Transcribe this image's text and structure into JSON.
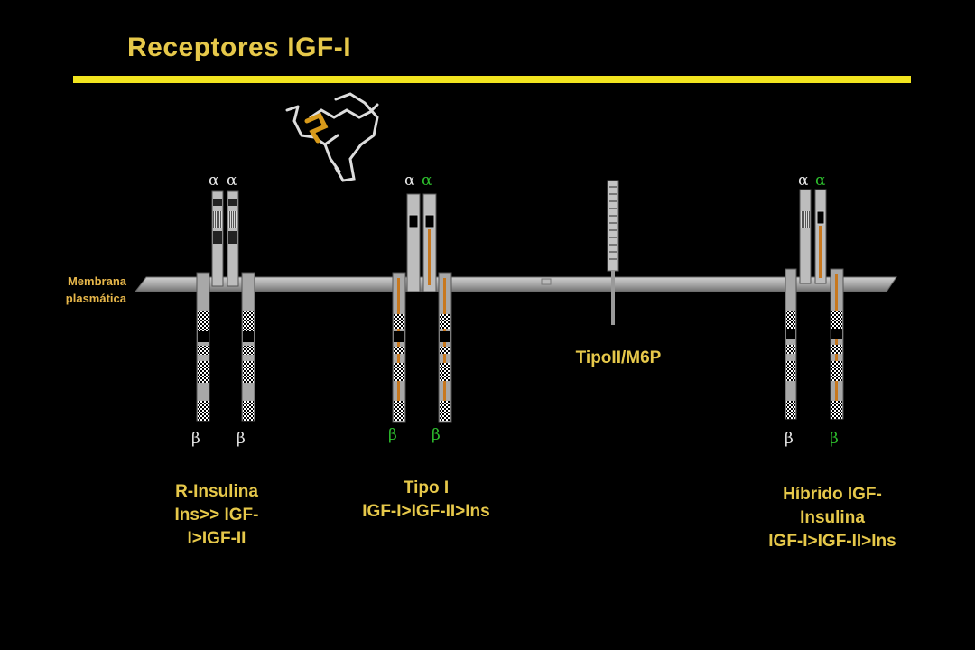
{
  "title": "Receptores IGF-I",
  "membrane_label": [
    "Membrana",
    "plasmática"
  ],
  "alpha_symbol": "α",
  "beta_symbol": "β",
  "captions": {
    "insulin": [
      "R-Insulina",
      "Ins>> IGF-",
      "I>IGF-II"
    ],
    "type1": [
      "Tipo I",
      "IGF-I>IGF-II>Ins"
    ],
    "type2": "TipoII/M6P",
    "hybrid": [
      "Híbrido IGF-",
      "Insulina",
      "IGF-I>IGF-II>Ins"
    ]
  },
  "colors": {
    "title": "#E6C84A",
    "rule": "#F2E51F",
    "greek_white": "#E8E8E8",
    "greek_green": "#2DBE2D",
    "domain_orange": "#C8781E"
  }
}
